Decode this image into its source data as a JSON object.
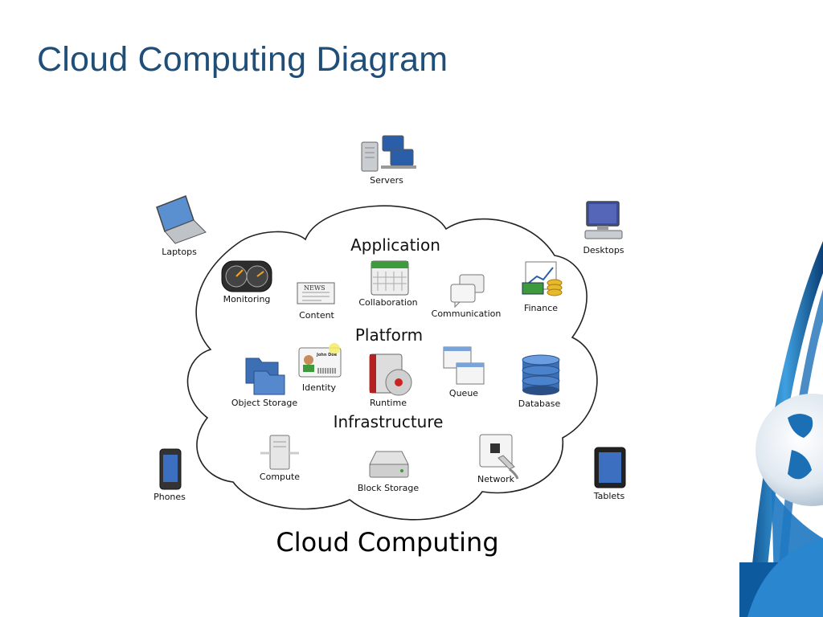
{
  "title": "Cloud Computing Diagram",
  "caption": "Cloud Computing",
  "sections": {
    "application": "Application",
    "platform": "Platform",
    "infrastructure": "Infrastructure"
  },
  "clients": {
    "servers": "Servers",
    "laptops": "Laptops",
    "desktops": "Desktops",
    "phones": "Phones",
    "tablets": "Tablets"
  },
  "application_items": {
    "monitoring": "Monitoring",
    "content": "Content",
    "collaboration": "Collaboration",
    "communication": "Communication",
    "finance": "Finance"
  },
  "platform_items": {
    "object_storage": "Object Storage",
    "identity": "Identity",
    "identity_card_name": "John Doe",
    "runtime": "Runtime",
    "queue": "Queue",
    "database": "Database",
    "news_text": "NEWS"
  },
  "infrastructure_items": {
    "compute": "Compute",
    "block_storage": "Block Storage",
    "network": "Network"
  },
  "colors": {
    "title": "#1f4e79",
    "accent_blue": "#1a6fb5"
  }
}
